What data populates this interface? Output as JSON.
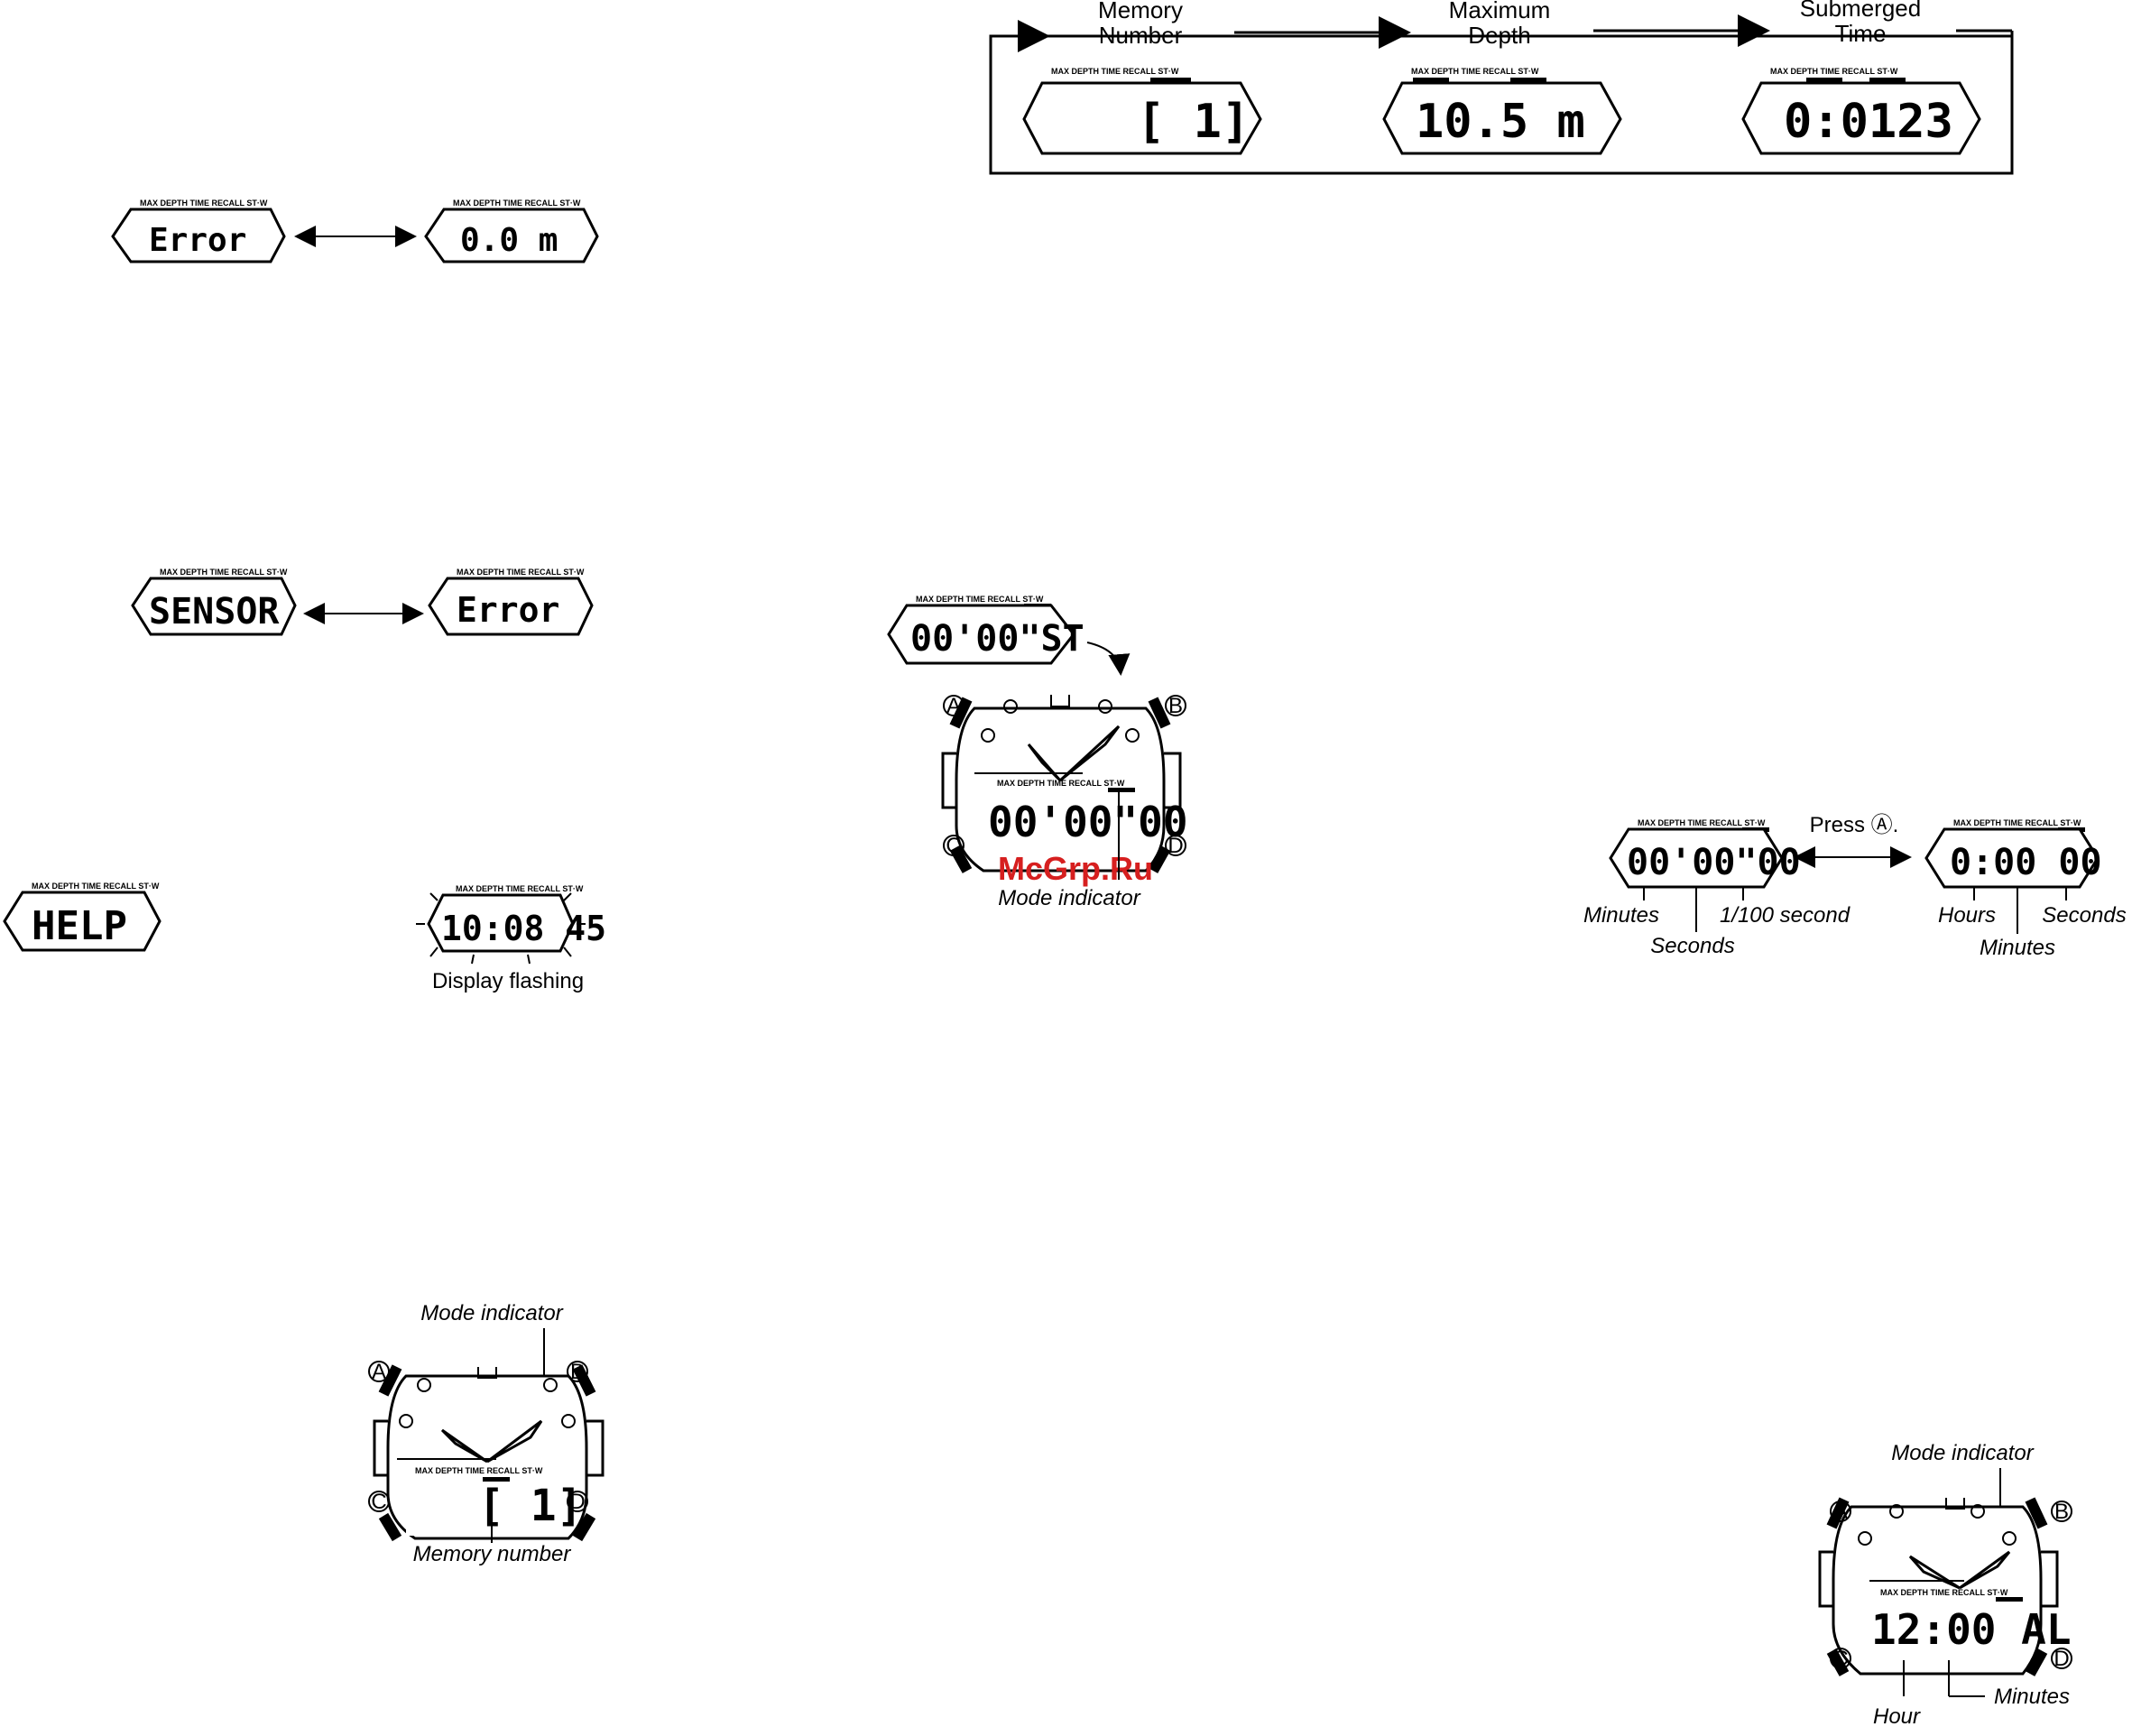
{
  "flow": {
    "memory_number_label": "Memory\nNumber",
    "maximum_depth_label": "Maximum\nDepth",
    "submerged_time_label": "Submerged\nTime",
    "memory_number_display": "[ 1]",
    "maximum_depth_display": "10.5  m",
    "submerged_time_display": "0:0123"
  },
  "indicator_row": "MAX  DEPTH TIME  RECALL  ST·W",
  "error_pair": {
    "left": "Error",
    "right": "0.0  m"
  },
  "sensor_pair": {
    "left": "SENSOR",
    "right": "Error"
  },
  "help_display": "HELP",
  "flashing_display": "10:08 45",
  "flashing_caption": "Display flashing",
  "recall_watch": {
    "mode_indicator_label": "Mode indicator",
    "display": "[ 1]",
    "memory_number_label": "Memory number"
  },
  "stopwatch": {
    "small_display": "00'00\"ST",
    "watch_display": "00'00\"00",
    "mode_indicator_label": "Mode indicator",
    "watermark": "McGrp.Ru"
  },
  "split": {
    "left_display": "00'00\"00",
    "press_text": "Press Ⓐ.",
    "right_display": "0:00 00",
    "minutes_label": "Minutes",
    "seconds_label": "Seconds",
    "hundredth_label": "1/100 second",
    "hours_label": "Hours",
    "minutes_label_2": "Minutes",
    "seconds_label_2": "Seconds"
  },
  "alarm_watch": {
    "mode_indicator_label": "Mode indicator",
    "display": "12:00 AL",
    "hour_label": "Hour",
    "minutes_label": "Minutes"
  },
  "buttons": [
    "A",
    "B",
    "C",
    "D"
  ]
}
